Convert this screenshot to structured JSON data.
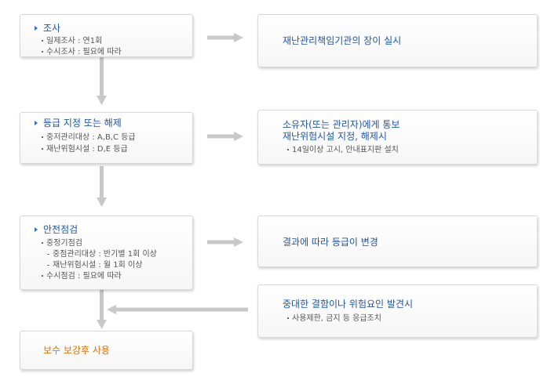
{
  "left": {
    "survey": {
      "title": "조사",
      "items": [
        "일제조사 : 연1회",
        "수시조사 : 필요에 따라"
      ]
    },
    "grade": {
      "title": "등급 지정 또는 해제",
      "items": [
        "중저관리대상 : A,B,C 등급",
        "재난위험시설 : D,E 등급"
      ]
    },
    "inspection": {
      "title": "안전점검",
      "item1": "중정기점검",
      "subitems": [
        "중점관리대상 : 반기별 1회 이상",
        "재난위험시설 : 월 1회 이상"
      ],
      "item2": "수시점검 :  필요에 따라"
    },
    "final": {
      "title": "보수 보강후 사용"
    }
  },
  "right": {
    "r1": {
      "title": "재난관리책임기관의 장이 실시"
    },
    "r2": {
      "line1": "소유자(또는 관리자)에게 통보",
      "line2": "재난위험시설 지정, 해제시",
      "item": "14일이상 고시, 안내표지판 설치"
    },
    "r3": {
      "title": "결과에 따라 등급이 변경"
    },
    "r4": {
      "title": "중대한 결함이나 위험요인 발견시",
      "item": "사용제한, 금지 등 응급조치"
    }
  },
  "colors": {
    "title_blue": "#1e55a8",
    "final_orange": "#e0700a",
    "arrow_gray": "#c8c8c8"
  }
}
